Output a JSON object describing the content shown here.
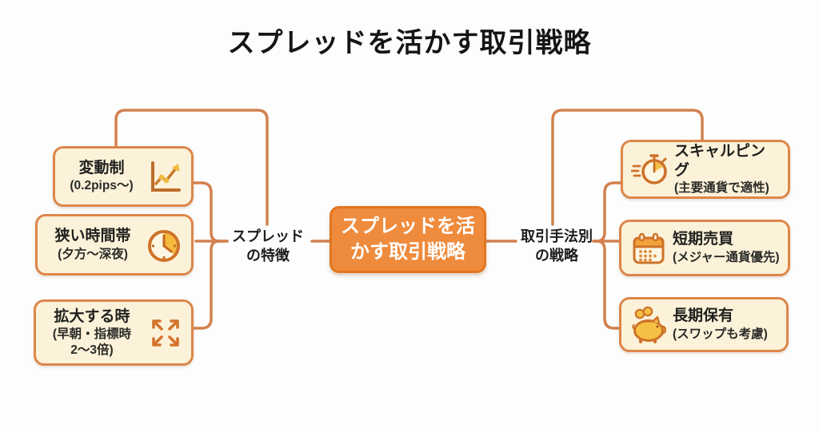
{
  "title": "スプレッドを活かす取引戦略",
  "center_node": {
    "line1": "スプレッドを活",
    "line2": "かす取引戦略"
  },
  "left_branch_label": {
    "line1": "スプレッド",
    "line2": "の特徴"
  },
  "right_branch_label": {
    "line1": "取引手法別",
    "line2": "の戦略"
  },
  "left_nodes": [
    {
      "title": "変動制",
      "sub1": "(0.2pips〜)",
      "icon": "trend-chart-icon"
    },
    {
      "title": "狭い時間帯",
      "sub1": "(夕方〜深夜)",
      "icon": "clock-icon"
    },
    {
      "title": "拡大する時",
      "sub1": "(早朝・指標時",
      "sub2": "2〜3倍)",
      "icon": "expand-arrows-icon"
    }
  ],
  "right_nodes": [
    {
      "title": "スキャルピング",
      "sub1": "(主要通貨で適性)",
      "icon": "stopwatch-icon"
    },
    {
      "title": "短期売買",
      "sub1": "(メジャー通貨優先)",
      "icon": "calendar-icon"
    },
    {
      "title": "長期保有",
      "sub1": "(スワップも考慮)",
      "icon": "piggy-bank-icon"
    }
  ],
  "colors": {
    "background": "#FDFDFD",
    "node_fill": "#FCF2D9",
    "node_border": "#DC874A",
    "connector": "#D2814E",
    "center_fill": "#EF8B3D",
    "center_border": "#E2761F",
    "center_text": "#FFFFFF",
    "text": "#222222",
    "icon_outline": "#CE7229",
    "icon_amber": "#F5C043"
  }
}
